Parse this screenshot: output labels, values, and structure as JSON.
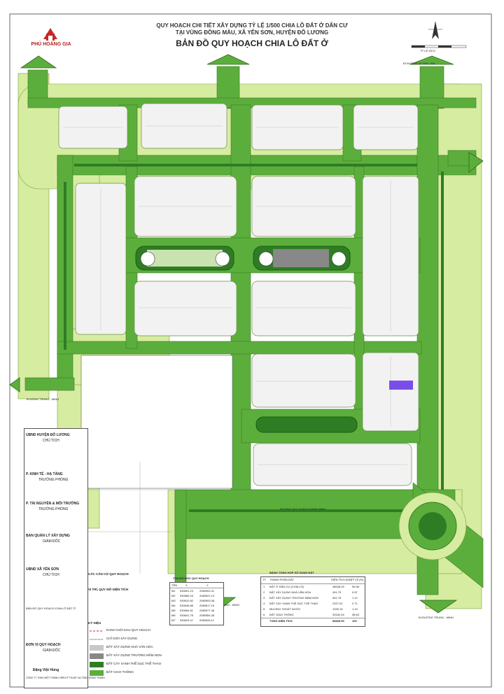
{
  "header": {
    "line1": "QUY HOẠCH CHI TIẾT XÂY DỰNG TỶ LỆ 1/500 CHIA LÔ ĐẤT Ở DÂN CƯ",
    "line2": "TẠI VÙNG ĐỒNG MÀU, XÃ YÊN SƠN, HUYỆN ĐÔ LƯƠNG",
    "line3": "BẢN ĐỒ QUY HOẠCH CHIA LÔ ĐẤT Ở"
  },
  "logo": {
    "name": "PHÚ HOÀNG GIA"
  },
  "scale": {
    "label": "TỶ LỆ XÍCH"
  },
  "road_labels": [
    {
      "id": "r1",
      "text": "ĐI ĐỒNG TRUNG - MINH"
    },
    {
      "id": "r2",
      "text": "ĐI ĐƯỜNG TRUNG - MINH"
    },
    {
      "id": "r3",
      "text": "ĐI ĐƯỜNG TRUNG - MINH"
    },
    {
      "id": "r4",
      "text": "ĐI ĐƯỜNG 33 THỌ - ĐẠ"
    },
    {
      "id": "r5",
      "text": "ĐƯỜNG QUY HOẠCH HÀNH MINH"
    }
  ],
  "signature_panel": {
    "lines": [
      "UBND HUYỆN ĐÔ LƯƠNG",
      "CHỦ TỊCH",
      "P. KINH TẾ - HẠ TẦNG",
      "TRƯỞNG PHÒNG",
      "P. TÀI NGUYÊN & MÔI TRƯỜNG",
      "TRƯỞNG PHÒNG",
      "BAN QUẢN LÝ XÂY DỰNG",
      "GIÁM ĐỐC",
      "UBND XÃ YÊN SƠN",
      "CHỦ TỊCH",
      "BẢN ĐỒ QUY HOẠCH CHIA LÔ ĐẤT Ở",
      "ĐƠN VỊ QUY HOẠCH",
      "GIÁM ĐỐC",
      "Đặng Việt Hùng",
      "CÔNG TY TNHH MỘT THÀNH VIÊN KỸ THUẬT HẠ TẦNG HỒNG THANH"
    ]
  },
  "legend": {
    "title": "KÝ HIỆU",
    "items": [
      "RANH GIỚI KHU QUY HOẠCH",
      "CHỈ GIỚI XÂY DỰNG",
      "ĐẤT XÂY DỰNG NHÀ VĂN HÓA",
      "ĐẤT XÂY DỰNG TRƯỜNG MẦM NON",
      "ĐẤT CÂY XANH THỂ DỤC THỂ THAO",
      "ĐẤT GIAO THÔNG"
    ],
    "basis_title": "CÁC CĂN CỨ QUY HOẠCH",
    "location_title": "VỊ TRÍ, QUY MÔ DIỆN TÍCH"
  },
  "coord_table": {
    "title": "TỌA ĐỘ MỐC QUY HOẠCH",
    "header": [
      "TÊN",
      "X",
      "Y"
    ],
    "rows": [
      [
        "M1",
        "530591.19",
        "2080502.31"
      ],
      [
        "M2",
        "530580.16",
        "2080521.13"
      ],
      [
        "M3",
        "530610.82",
        "2080593.38"
      ],
      [
        "M4",
        "530645.88",
        "2080617.19"
      ],
      [
        "M5",
        "530664.61",
        "2080577.46"
      ],
      [
        "M6",
        "530641.78",
        "2080554.28"
      ],
      [
        "M7",
        "530623.47",
        "2080526.11"
      ]
    ]
  },
  "land_table": {
    "title": "BẢNG TỔNG HỢP SỬ DỤNG ĐẤT",
    "header": [
      "TT",
      "THÀNH PHẦN ĐẤT",
      "DIỆN TÍCH (M2)",
      "TỶ LỆ (%)"
    ],
    "rows": [
      [
        "1",
        "ĐẤT Ở DÂN CƯ (CHIA LÔ)",
        "48048.25",
        "55.98"
      ],
      [
        "2",
        "ĐẤT XÂY DỰNG NHÀ VĂN HÓA",
        "491.79",
        "0.57"
      ],
      [
        "3",
        "ĐẤT XÂY DỰNG TRƯỜNG MẦM NON",
        "961.75",
        "1.12"
      ],
      [
        "4",
        "ĐẤT CÂY XANH THỂ DỤC THỂ THAO",
        "2327.02",
        "2.71"
      ],
      [
        "5",
        "MƯƠNG THOÁT NƯỚC",
        "1025.15",
        "1.19"
      ],
      [
        "6",
        "ĐẤT GIAO THÔNG",
        "33182.54",
        "38.63"
      ],
      [
        "",
        "TỔNG DIỆN TÍCH",
        "85836.50",
        "100"
      ]
    ]
  },
  "colors": {
    "road": "#5cae3c",
    "verge": "#d6eca0",
    "block": "#f2f2f2",
    "median": "#2e7d24",
    "highlight": "#7b4de8",
    "stamp": "#c62828"
  }
}
